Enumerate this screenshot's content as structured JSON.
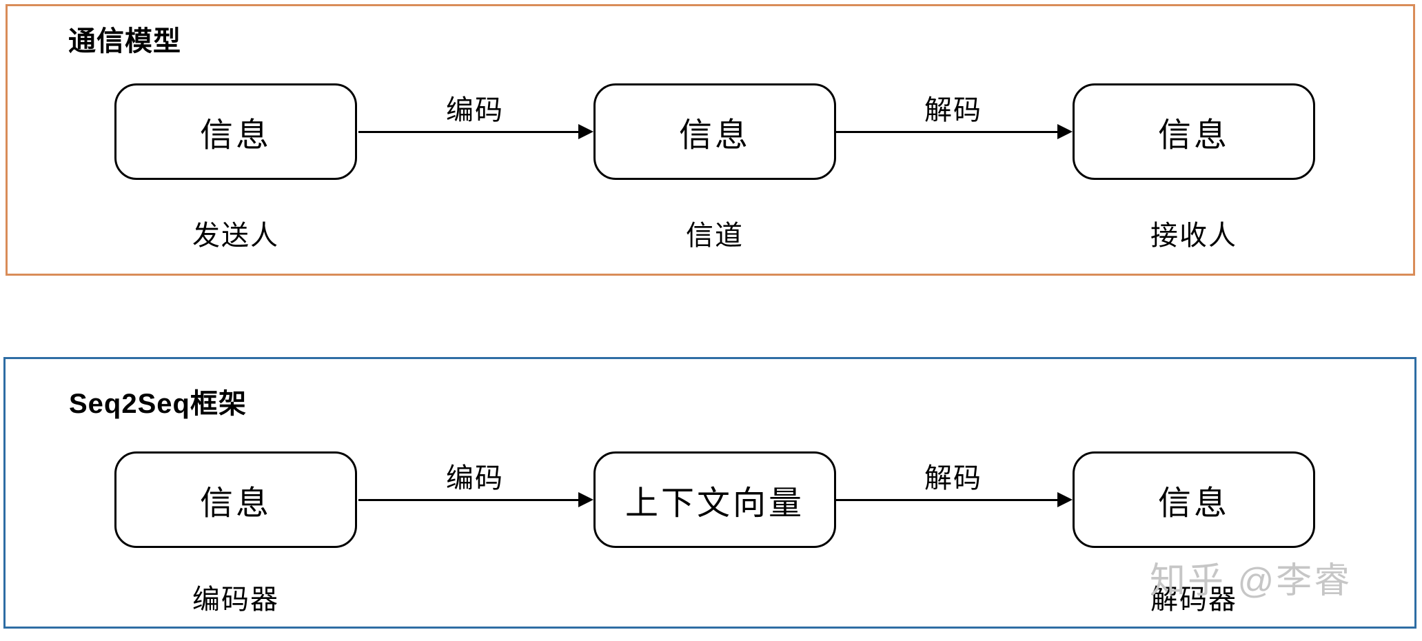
{
  "diagram": {
    "panels": [
      {
        "title": "通信模型",
        "boxes": [
          {
            "label": "信息",
            "caption": "发送人"
          },
          {
            "label": "信息",
            "caption": "信道"
          },
          {
            "label": "信息",
            "caption": "接收人"
          }
        ],
        "arrows": [
          {
            "label": "编码"
          },
          {
            "label": "解码"
          }
        ]
      },
      {
        "title": "Seq2Seq框架",
        "boxes": [
          {
            "label": "信息",
            "caption": "编码器"
          },
          {
            "label": "上下文向量"
          },
          {
            "label": "信息",
            "caption": "解码器"
          }
        ],
        "arrows": [
          {
            "label": "编码"
          },
          {
            "label": "解码"
          }
        ]
      }
    ],
    "watermark": "知乎 @李睿"
  },
  "colors": {
    "top_panel_border": "#D98C58",
    "bottom_panel_border": "#2E6DA4",
    "box_border": "#000000",
    "arrow": "#000000",
    "watermark_text": "#C6C6C6"
  }
}
